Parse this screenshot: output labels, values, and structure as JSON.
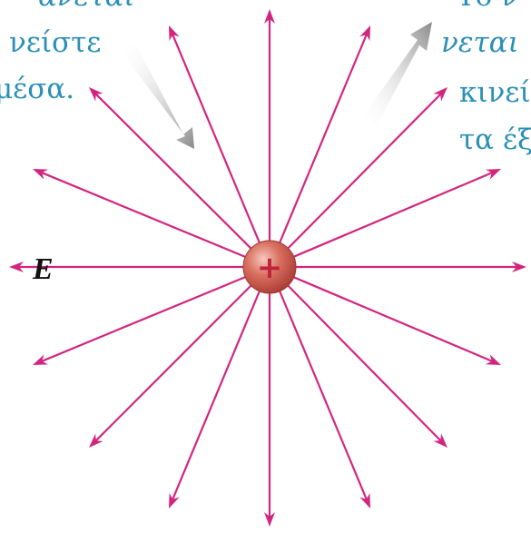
{
  "figure": {
    "field_label": "E",
    "charge_sign": "+",
    "line_color": "#d3257f",
    "charge_color": "#c9584d",
    "text_color": "#2b8fb6",
    "arrow_gradient_color": "#8a8a8a",
    "field_line_count": 16,
    "field_direction": "outward"
  },
  "left_caption": {
    "lines": [
      "ανεται",
      "νείστε",
      "μέσα."
    ]
  },
  "right_caption": {
    "lines": [
      "Το ν",
      "νεται",
      "κινεί",
      "τα έξ"
    ]
  }
}
